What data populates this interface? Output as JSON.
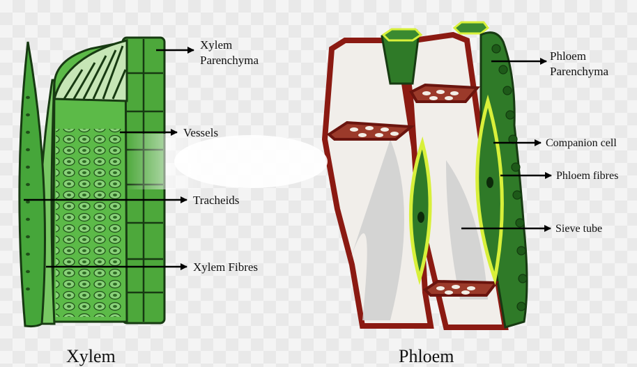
{
  "xylem": {
    "caption": "Xylem",
    "labels": {
      "parenchyma_1": "Xylem",
      "parenchyma_2": "Parenchyma",
      "vessels": "Vessels",
      "tracheids": "Tracheids",
      "fibres": "Xylem Fibres"
    },
    "colors": {
      "fill": "#5cba48",
      "dark": "#2e7d2a",
      "outline": "#173a12"
    }
  },
  "phloem": {
    "caption": "Phloem",
    "labels": {
      "parenchyma_1": "Phloem",
      "parenchyma_2": "Parenchyma",
      "companion": "Companion cell",
      "fibres": "Phloem fibres",
      "sieve": "Sieve tube"
    },
    "colors": {
      "wall": "#8b1a12",
      "tube": "#f1eeea",
      "companion": "#2f7a28",
      "glow": "#d8f03a"
    }
  }
}
